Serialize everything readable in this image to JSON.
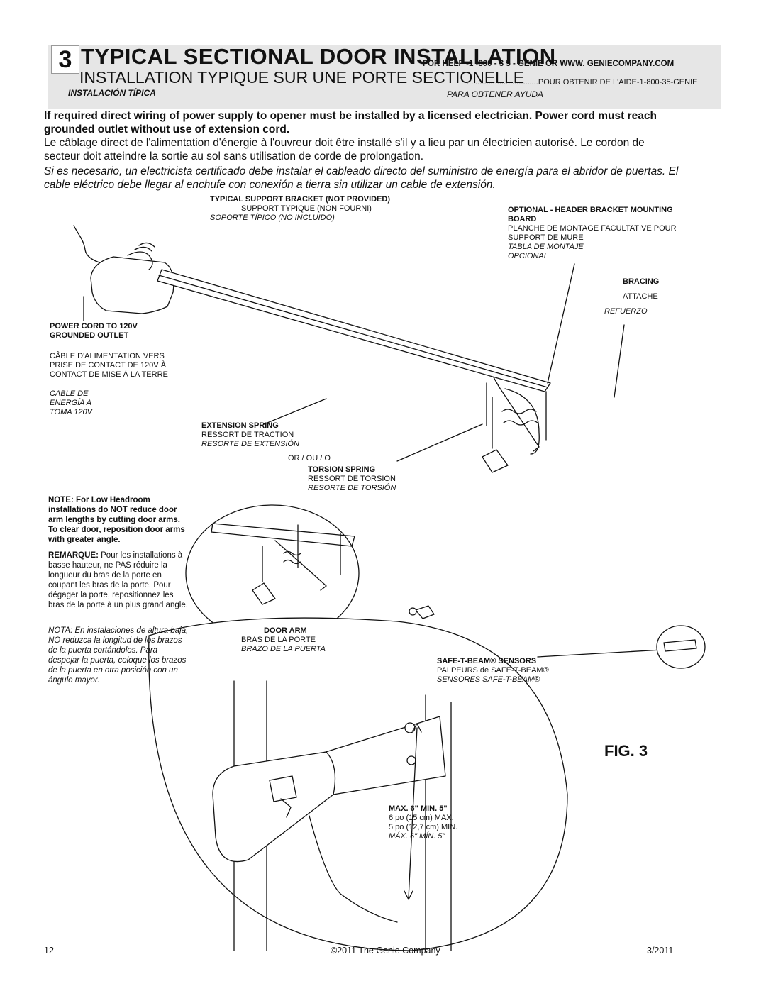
{
  "header": {
    "step_number": "3",
    "title": "TYPICAL SECTIONAL DOOR INSTALLATION",
    "help_en": "FOR HELP -1 -800 - 3 5 - GENIE OR WWW. GENIECOMPANY.COM",
    "title_fr": "INSTALLATION TYPIQUE SUR UNE PORTE SECTIONELLE",
    "help_fr": "POUR OBTENIR DE L'AIDE-1-800-35-GENIE",
    "title_es": "INSTALACIÓN TÍPICA",
    "help_es": "PARA OBTENER AYUDA"
  },
  "warning": {
    "en": "If required direct wiring of power supply to opener must be installed by a licensed electrician. Power cord must reach grounded outlet without use of extension cord.",
    "fr": "Le câblage direct de l'alimentation d'énergie à l'ouvreur doit être installé s'il y a lieu par un électricien autorisé. Le cordon de secteur doit atteindre la sortie au sol sans utilisation de corde de prolongation.",
    "es": "Si es necesario, un electricista certificado debe instalar el cableado directo del suministro de energía para el abridor de puertas. El cable eléctrico debe llegar al enchufe con conexión a tierra sin utilizar un cable de extensión."
  },
  "labels": {
    "support_bracket": {
      "en": "TYPICAL SUPPORT BRACKET (NOT PROVIDED)",
      "fr": "SUPPORT TYPIQUE (NON FOURNI)",
      "es": "SOPORTE TÍPICO (NO INCLUIDO)"
    },
    "header_bracket": {
      "en": "OPTIONAL - HEADER BRACKET MOUNTING BOARD",
      "fr": "PLANCHE DE MONTAGE FACULTATIVE POUR SUPPORT DE MURE",
      "es": "TABLA DE MONTAJE",
      "es2": "OPCIONAL"
    },
    "bracing": {
      "en": "BRACING",
      "fr": "ATTACHE",
      "es": "REFUERZO"
    },
    "power_cord": {
      "en": "POWER CORD TO 120V GROUNDED OUTLET",
      "fr": "CÂBLE D'ALIMENTATION VERS PRISE DE CONTACT DE 120V À CONTACT DE MISE À LA TERRE",
      "es1": "CABLE DE",
      "es2": "ENERGÍA A",
      "es3": "TOMA 120V"
    },
    "extension_spring": {
      "en": "EXTENSION SPRING",
      "fr": "RESSORT DE TRACTION",
      "es": "RESORTE DE EXTENSIÓN"
    },
    "or": "OR / OU / O",
    "torsion_spring": {
      "en": "TORSION SPRING",
      "fr": "RESSORT DE TORSION",
      "es": "RESORTE DE TORSIÓN"
    },
    "door_arm": {
      "en": "DOOR ARM",
      "fr": "BRAS DE LA PORTE",
      "es": "BRAZO DE LA PUERTA"
    },
    "safe_t_beam": {
      "en": "SAFE-T-BEAM® SENSORS",
      "fr": "PALPEURS de SAFE-T-BEAM®",
      "es": "SENSORES SAFE-T-BEAM®"
    },
    "max_min": {
      "en": "MAX. 6\" MIN. 5\"",
      "fr1": "6 po (15 cm) MAX.",
      "fr2": "5 po (12,7 cm) MIN.",
      "es": "MÁX. 6\" MÍN. 5\""
    }
  },
  "note": {
    "en": "NOTE: For Low Headroom installations do NOT reduce door arm lengths by cutting door arms. To clear door, reposition door arms with greater angle.",
    "fr_label": "REMARQUE:",
    "fr": "Pour les installations à basse hauteur, ne PAS réduire la longueur du bras de la porte en coupant les bras de la porte. Pour dégager la porte, repositionnez les bras de la porte à un plus grand angle.",
    "es": "NOTA: En instalaciones de altura baja, NO reduzca la longitud de los brazos de la puerta cortándolos. Para despejar la puerta, coloque los brazos de la puerta en otra posición con un ángulo mayor."
  },
  "figure_label": "FIG. 3",
  "footer": {
    "page": "12",
    "copyright": "©2011 The Genie Company",
    "date": "3/2011"
  }
}
